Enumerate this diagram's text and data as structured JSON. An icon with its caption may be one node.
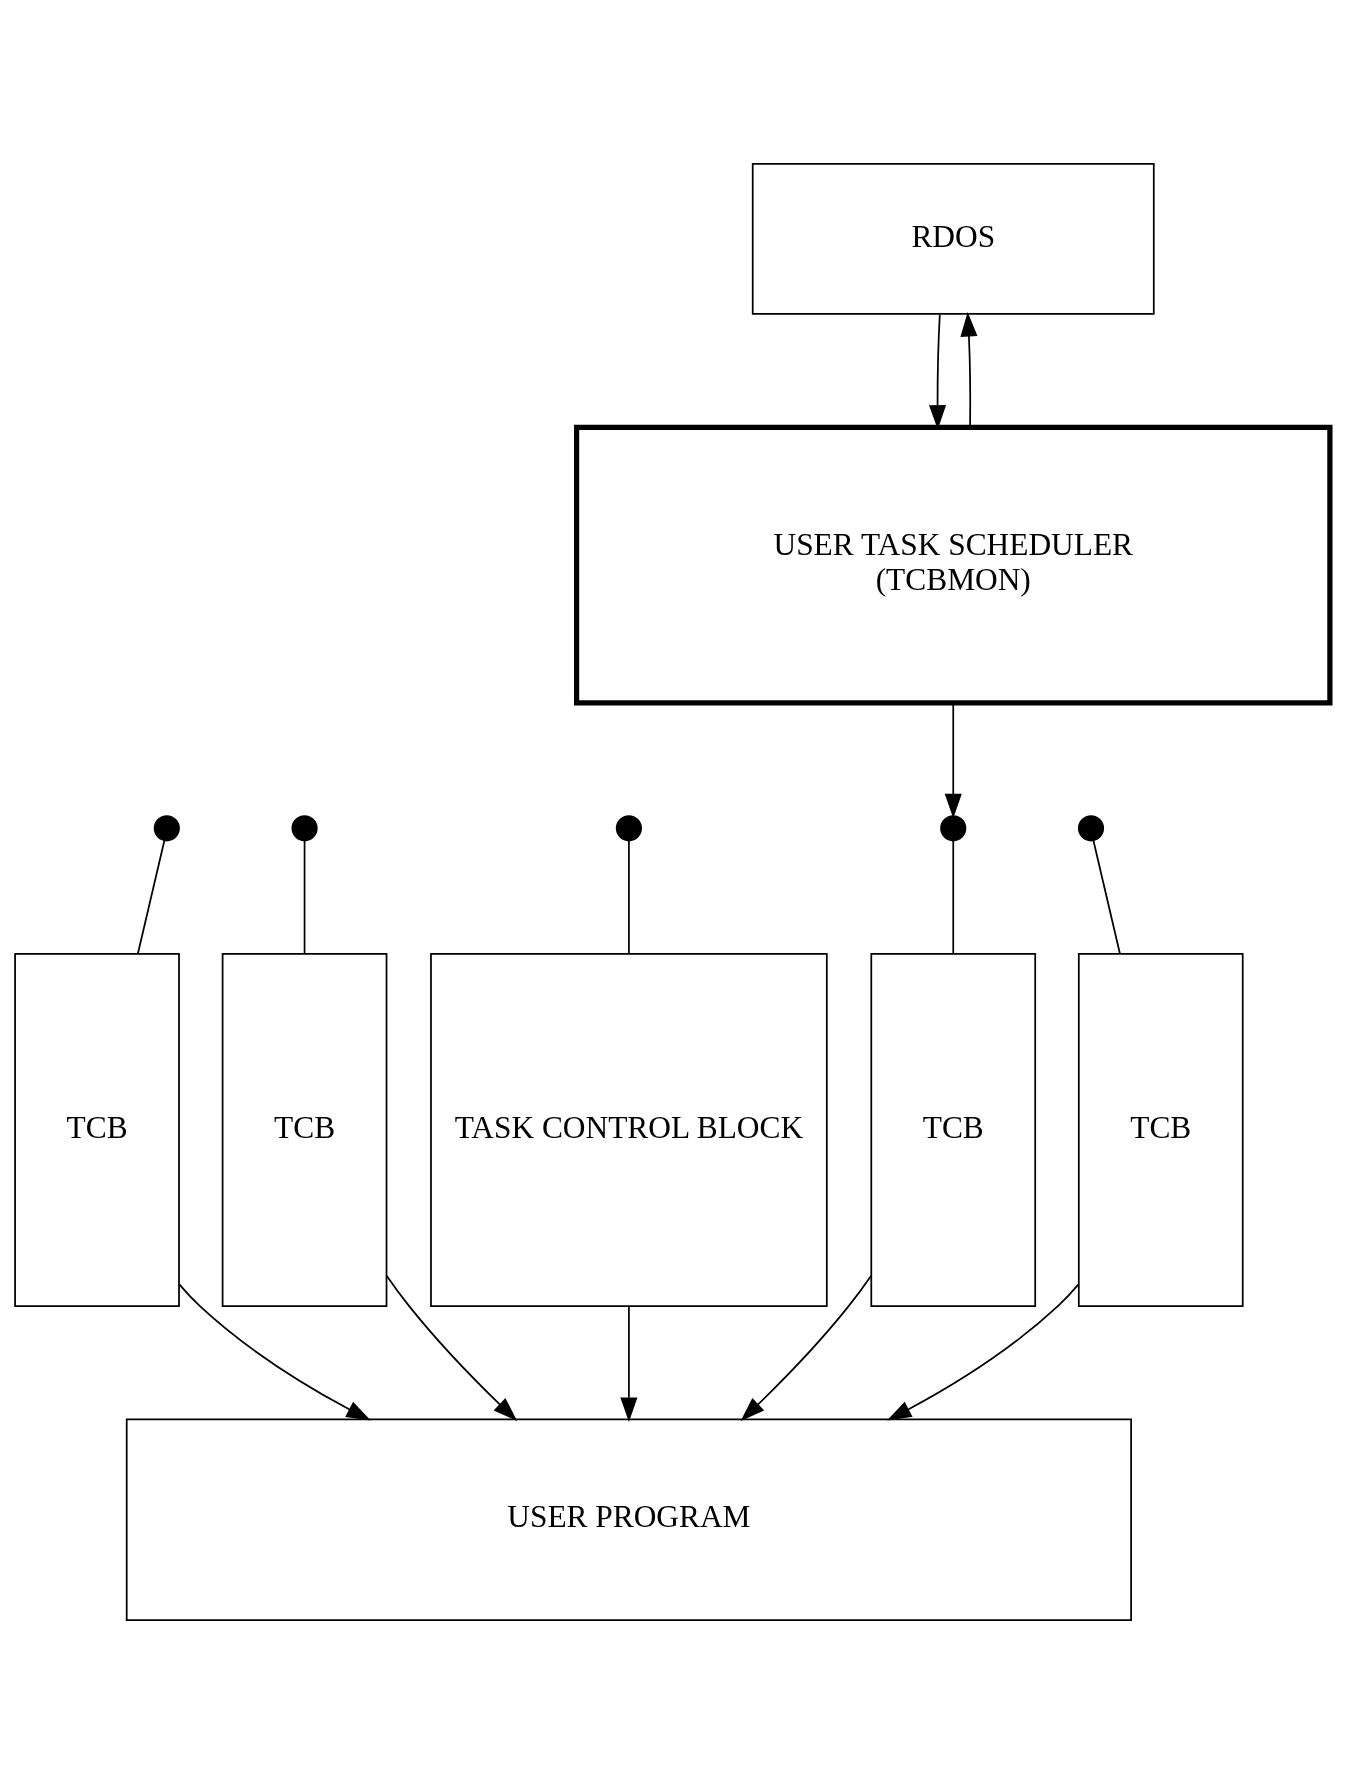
{
  "diagram": {
    "nodes": [
      {
        "text": [
          "RDOS"
        ]
      },
      {
        "text": [
          "USER TASK SCHEDULER",
          "(TCBMON)"
        ]
      },
      {
        "text": [],
        "shape": "circle"
      },
      {
        "text": [],
        "shape": "circle"
      },
      {
        "text": [],
        "shape": "circle"
      },
      {
        "text": [],
        "shape": "circle"
      },
      {
        "text": [],
        "shape": "circle"
      },
      {
        "text": [
          "TCB"
        ]
      },
      {
        "text": [
          "TCB"
        ]
      },
      {
        "text": [
          "TASK CONTROL BLOCK"
        ]
      },
      {
        "text": [
          "TCB"
        ]
      },
      {
        "text": [
          "TCB"
        ]
      },
      {
        "text": [
          "USER PROGRAM"
        ]
      }
    ],
    "edges": [
      {
        "from": 0,
        "to": 1,
        "arrow": "to"
      },
      {
        "from": 1,
        "to": 0,
        "arrow": "to"
      },
      {
        "from": 1,
        "to": 5,
        "arrow": "to"
      },
      {
        "from": 2,
        "to": 7,
        "arrow": "none"
      },
      {
        "from": 3,
        "to": 8,
        "arrow": "none"
      },
      {
        "from": 4,
        "to": 9,
        "arrow": "none"
      },
      {
        "from": 5,
        "to": 10,
        "arrow": "none"
      },
      {
        "from": 6,
        "to": 11,
        "arrow": "none"
      },
      {
        "from": 7,
        "to": 12,
        "arrow": "to"
      },
      {
        "from": 8,
        "to": 12,
        "arrow": "to"
      },
      {
        "from": 9,
        "to": 12,
        "arrow": "to"
      },
      {
        "from": 10,
        "to": 12,
        "arrow": "to"
      },
      {
        "from": 11,
        "to": 12,
        "arrow": "to"
      }
    ]
  }
}
